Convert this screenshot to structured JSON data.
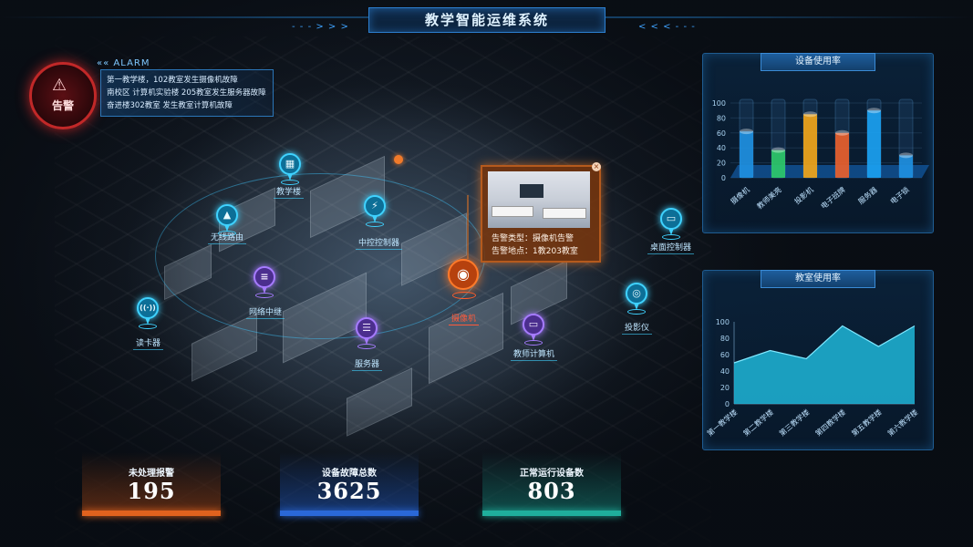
{
  "header": {
    "title": "教学智能运维系统",
    "arrows_left": "- - - > >  >",
    "arrows_right": "< <  < - - -"
  },
  "alarm": {
    "badge": "告警",
    "heading": "ALARM",
    "messages": [
      "第一教学楼，102教室发生摄像机故障",
      "南校区 计算机实验楼 205教室发生服务器故障",
      "奋进楼302教室 发生教室计算机故障"
    ]
  },
  "popup": {
    "type_line": "告警类型：摄像机告警",
    "location_line": "告警地点：1教203教室",
    "close_glyph": "×"
  },
  "map": {
    "markers": [
      {
        "key": "teaching-building",
        "label": "教学楼",
        "icon": "▦",
        "color": "cyan"
      },
      {
        "key": "wireless-router",
        "label": "无线路由",
        "icon": "▲",
        "color": "cyan"
      },
      {
        "key": "central-controller",
        "label": "中控控制器",
        "icon": "⚡",
        "color": "cyan"
      },
      {
        "key": "network-relay",
        "label": "网络中继",
        "icon": "≡",
        "color": "purple"
      },
      {
        "key": "card-reader",
        "label": "读卡器",
        "icon": "((·))",
        "color": "cyan"
      },
      {
        "key": "server",
        "label": "服务器",
        "icon": "☰",
        "color": "purple"
      },
      {
        "key": "camera",
        "label": "摄像机",
        "icon": "◉",
        "color": "orange"
      },
      {
        "key": "teacher-computer",
        "label": "教师计算机",
        "icon": "▭",
        "color": "purple"
      },
      {
        "key": "projector",
        "label": "投影仪",
        "icon": "◎",
        "color": "cyan"
      },
      {
        "key": "desktop-controller",
        "label": "桌面控制器",
        "icon": "▭",
        "color": "cyan"
      }
    ]
  },
  "stats": [
    {
      "label": "未处理报警",
      "value": "195",
      "color": "orange"
    },
    {
      "label": "设备故障总数",
      "value": "3625",
      "color": "blue"
    },
    {
      "label": "正常运行设备数",
      "value": "803",
      "color": "teal"
    }
  ],
  "chart_data": [
    {
      "type": "bar",
      "title": "设备使用率",
      "categories": [
        "摄像机",
        "教师美亮",
        "投影机",
        "电子班牌",
        "服务器",
        "电子锁"
      ],
      "values": [
        62,
        37,
        85,
        60,
        90,
        30
      ],
      "ylim": [
        0,
        100
      ],
      "yticks": [
        0,
        20,
        40,
        60,
        80,
        100
      ],
      "colors": [
        "#1e8fe0",
        "#2ec86a",
        "#f0a51a",
        "#e8602c",
        "#1aa0f0",
        "#1e8fe0"
      ]
    },
    {
      "type": "area",
      "title": "教室使用率",
      "categories": [
        "第一教学楼",
        "第二教学楼",
        "第三教学楼",
        "第四教学楼",
        "第五教学楼",
        "第六教学楼"
      ],
      "values": [
        50,
        65,
        55,
        95,
        70,
        95
      ],
      "ylim": [
        0,
        100
      ],
      "yticks": [
        0,
        20,
        40,
        60,
        80,
        100
      ],
      "color": "#1fb6d8"
    }
  ]
}
